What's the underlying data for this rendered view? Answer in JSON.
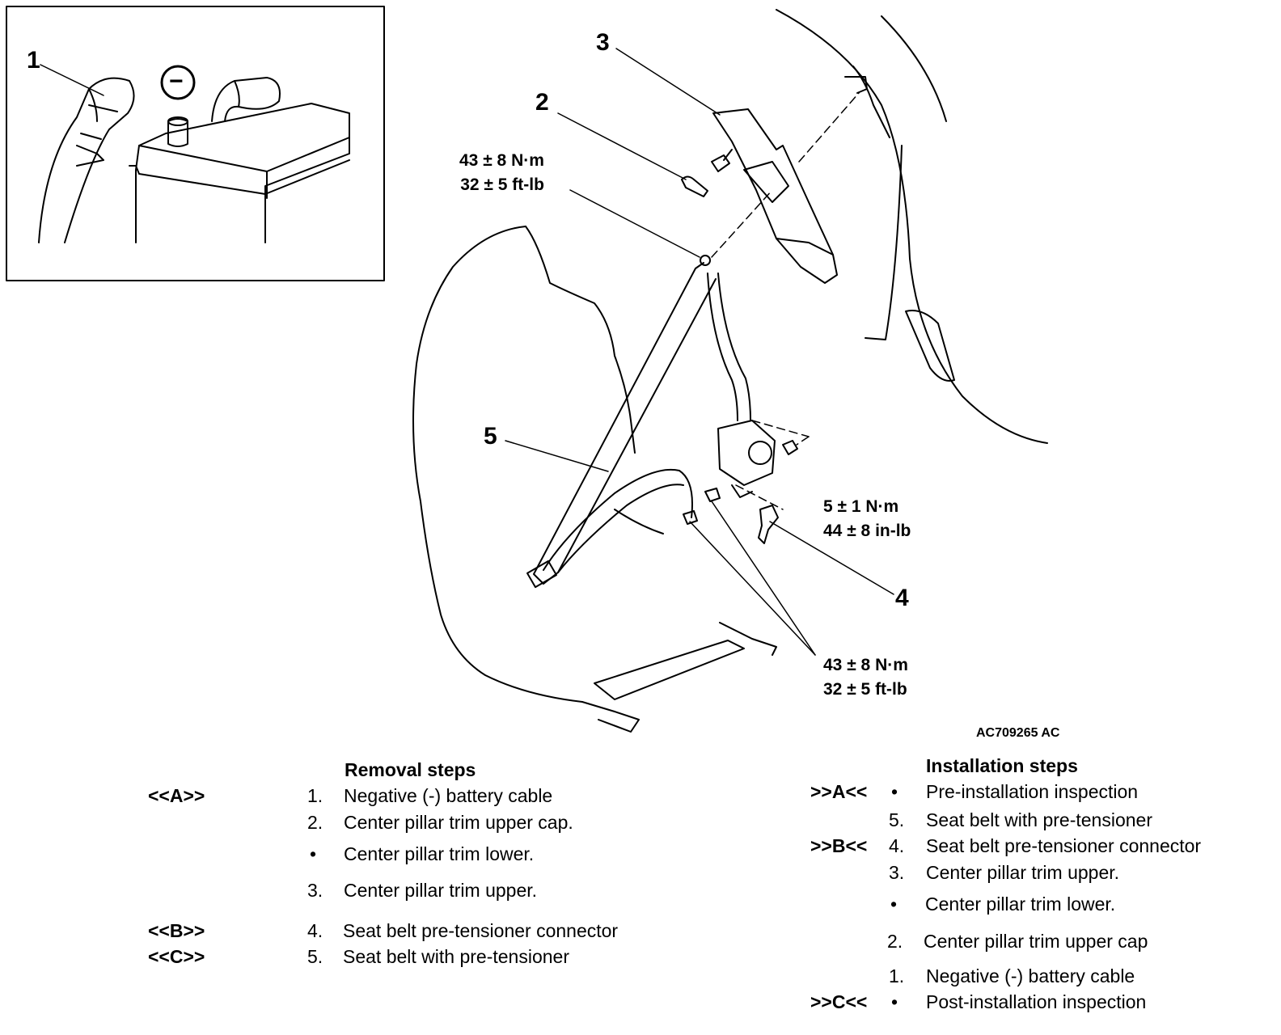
{
  "inset": {
    "callout": "1",
    "terminal_symbol": "−"
  },
  "callouts": {
    "c2": "2",
    "c3": "3",
    "c4": "4",
    "c5": "5"
  },
  "torques": {
    "upper_anchor": [
      "43 ± 8 N·m",
      "32 ± 5 ft-lb"
    ],
    "retractor": [
      "5 ± 1 N·m",
      "44 ± 8 in-lb"
    ],
    "lower_anchor": [
      "43 ± 8 N·m",
      "32 ± 5 ft-lb"
    ]
  },
  "figure_id": "AC709265 AC",
  "removal": {
    "heading": "Removal steps",
    "steps": [
      {
        "code": "<<A>>",
        "num": "1.",
        "label": "Negative (-) battery cable"
      },
      {
        "code": "",
        "num": "2.",
        "label": "Center pillar trim upper cap."
      },
      {
        "code": "",
        "num": "•",
        "label": "Center pillar trim lower."
      },
      {
        "code": "",
        "num": "3.",
        "label": "Center pillar trim upper."
      },
      {
        "code": "<<B>>",
        "num": "4.",
        "label": "Seat belt pre-tensioner connector"
      },
      {
        "code": "<<C>>",
        "num": "5.",
        "label": "Seat belt with pre-tensioner"
      }
    ]
  },
  "installation": {
    "heading": "Installation steps",
    "steps": [
      {
        "code": ">>A<<",
        "num": "•",
        "label": "Pre-installation inspection"
      },
      {
        "code": "",
        "num": "5.",
        "label": "Seat belt with pre-tensioner"
      },
      {
        "code": ">>B<<",
        "num": "4.",
        "label": "Seat belt pre-tensioner connector"
      },
      {
        "code": "",
        "num": "3.",
        "label": "Center pillar trim upper."
      },
      {
        "code": "",
        "num": "•",
        "label": "Center pillar trim lower."
      },
      {
        "code": "",
        "num": "2.",
        "label": "Center pillar trim upper cap"
      },
      {
        "code": "",
        "num": "1.",
        "label": "Negative (-) battery cable"
      },
      {
        "code": ">>C<<",
        "num": "•",
        "label": "Post-installation inspection"
      }
    ]
  }
}
